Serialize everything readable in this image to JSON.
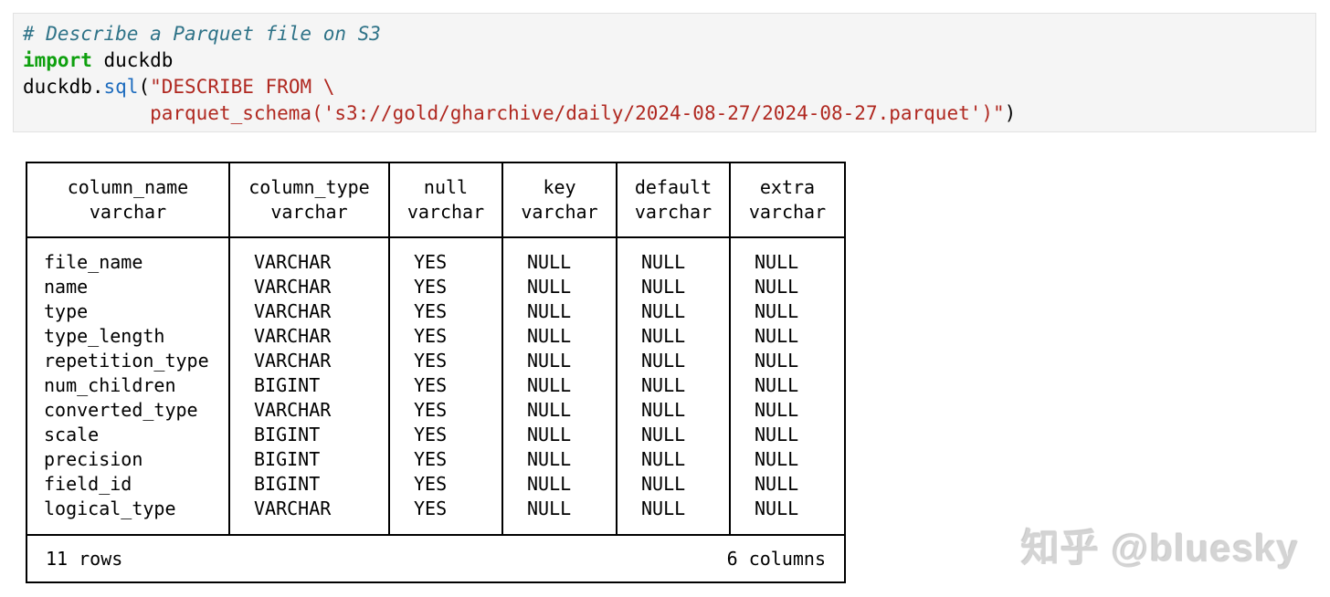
{
  "code": {
    "line1": {
      "comment": "# Describe a Parquet file on S3"
    },
    "line2": {
      "keyword": "import",
      "rest": " duckdb"
    },
    "line3": {
      "object": "duckdb",
      "dot": ".",
      "method": "sql",
      "paren": "(",
      "string": "\"DESCRIBE FROM \\"
    },
    "line4": {
      "string": "           parquet_schema('s3://gold/gharchive/daily/2024-08-27/2024-08-27.parquet')\"",
      "close": ")"
    }
  },
  "table": {
    "headers": [
      {
        "name": "column_name",
        "type": "varchar"
      },
      {
        "name": "column_type",
        "type": "varchar"
      },
      {
        "name": "null",
        "type": "varchar"
      },
      {
        "name": "key",
        "type": "varchar"
      },
      {
        "name": "default",
        "type": "varchar"
      },
      {
        "name": "extra",
        "type": "varchar"
      }
    ],
    "rows": [
      [
        "file_name",
        "VARCHAR",
        "YES",
        "NULL",
        "NULL",
        "NULL"
      ],
      [
        "name",
        "VARCHAR",
        "YES",
        "NULL",
        "NULL",
        "NULL"
      ],
      [
        "type",
        "VARCHAR",
        "YES",
        "NULL",
        "NULL",
        "NULL"
      ],
      [
        "type_length",
        "VARCHAR",
        "YES",
        "NULL",
        "NULL",
        "NULL"
      ],
      [
        "repetition_type",
        "VARCHAR",
        "YES",
        "NULL",
        "NULL",
        "NULL"
      ],
      [
        "num_children",
        "BIGINT",
        "YES",
        "NULL",
        "NULL",
        "NULL"
      ],
      [
        "converted_type",
        "VARCHAR",
        "YES",
        "NULL",
        "NULL",
        "NULL"
      ],
      [
        "scale",
        "BIGINT",
        "YES",
        "NULL",
        "NULL",
        "NULL"
      ],
      [
        "precision",
        "BIGINT",
        "YES",
        "NULL",
        "NULL",
        "NULL"
      ],
      [
        "field_id",
        "BIGINT",
        "YES",
        "NULL",
        "NULL",
        "NULL"
      ],
      [
        "logical_type",
        "VARCHAR",
        "YES",
        "NULL",
        "NULL",
        "NULL"
      ]
    ],
    "footer_left": "11 rows",
    "footer_right": "6 columns"
  },
  "watermark": "知乎 @bluesky",
  "colors": {
    "comment": "#2f7388",
    "keyword": "#0ea00e",
    "method": "#1c6bbe",
    "string": "#b02820",
    "plain": "#000000",
    "code_background": "#f5f5f5",
    "code_border": "#e2e2e2",
    "table_border": "#000000",
    "watermark": "#d4d4d4"
  }
}
